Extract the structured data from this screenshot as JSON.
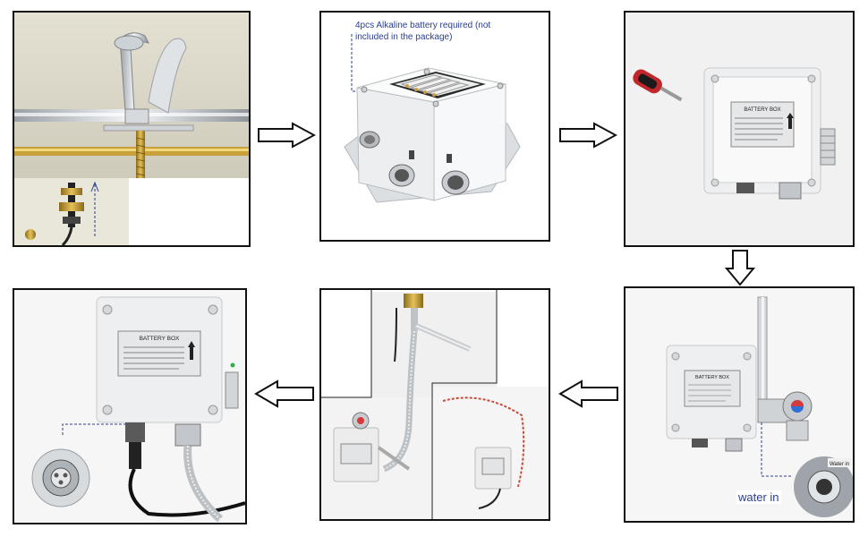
{
  "step2": {
    "note_line1": "4pcs Alkaline battery required (not",
    "note_line2": "included in the package)"
  },
  "box_labels": {
    "battery_box": "BATTERY BOX"
  },
  "step4": {
    "water_in": "water in",
    "inlet_tag": "Water in"
  },
  "colors": {
    "frame": "#111111",
    "annotation": "#2a3f8f",
    "brass": "#c9a13a",
    "screwdriver_handle": "#c0262b"
  }
}
